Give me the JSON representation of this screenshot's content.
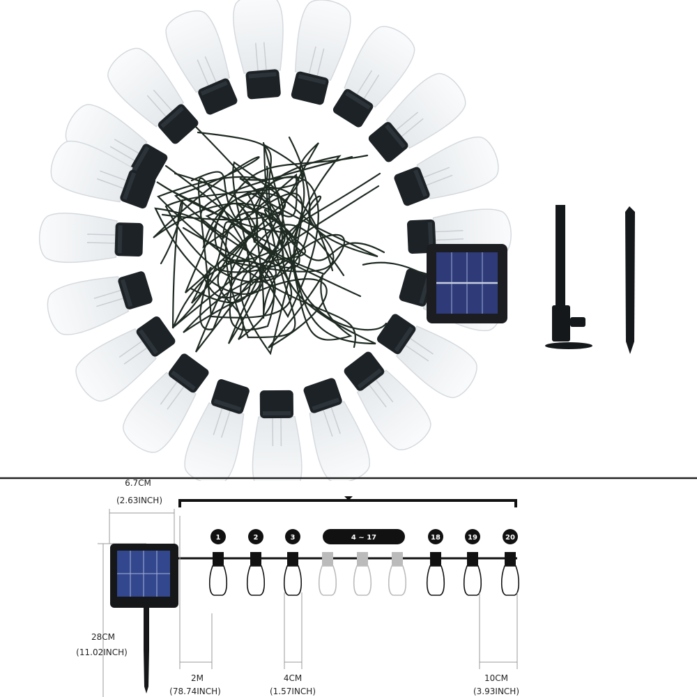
{
  "product": {
    "light_count": 20,
    "bulb_labels": [
      "1",
      "2",
      "3",
      "18",
      "19",
      "20"
    ],
    "range_label": "4 ~ 17",
    "colors": {
      "cable": "#1e2a22",
      "socket": "#1c2226",
      "bulb_glass": "#eef1f3",
      "panel_cell": "#3a4a8c",
      "divider": "#222222"
    },
    "icons": [
      "solar-panel-icon",
      "ground-stake-icon",
      "bulb-icon"
    ]
  },
  "dimensions": {
    "panel_width_cm": "6.7CM",
    "panel_width_in": "(2.63INCH)",
    "stake_height_cm": "28CM",
    "stake_height_in": "(11.02INCH)",
    "lead_cable_m": "2M",
    "lead_cable_in": "(78.74INCH)",
    "bulb_width_cm": "4CM",
    "bulb_width_in": "(1.57INCH)",
    "bulb_spacing_cm": "10CM",
    "bulb_spacing_in": "(3.93INCH)"
  }
}
